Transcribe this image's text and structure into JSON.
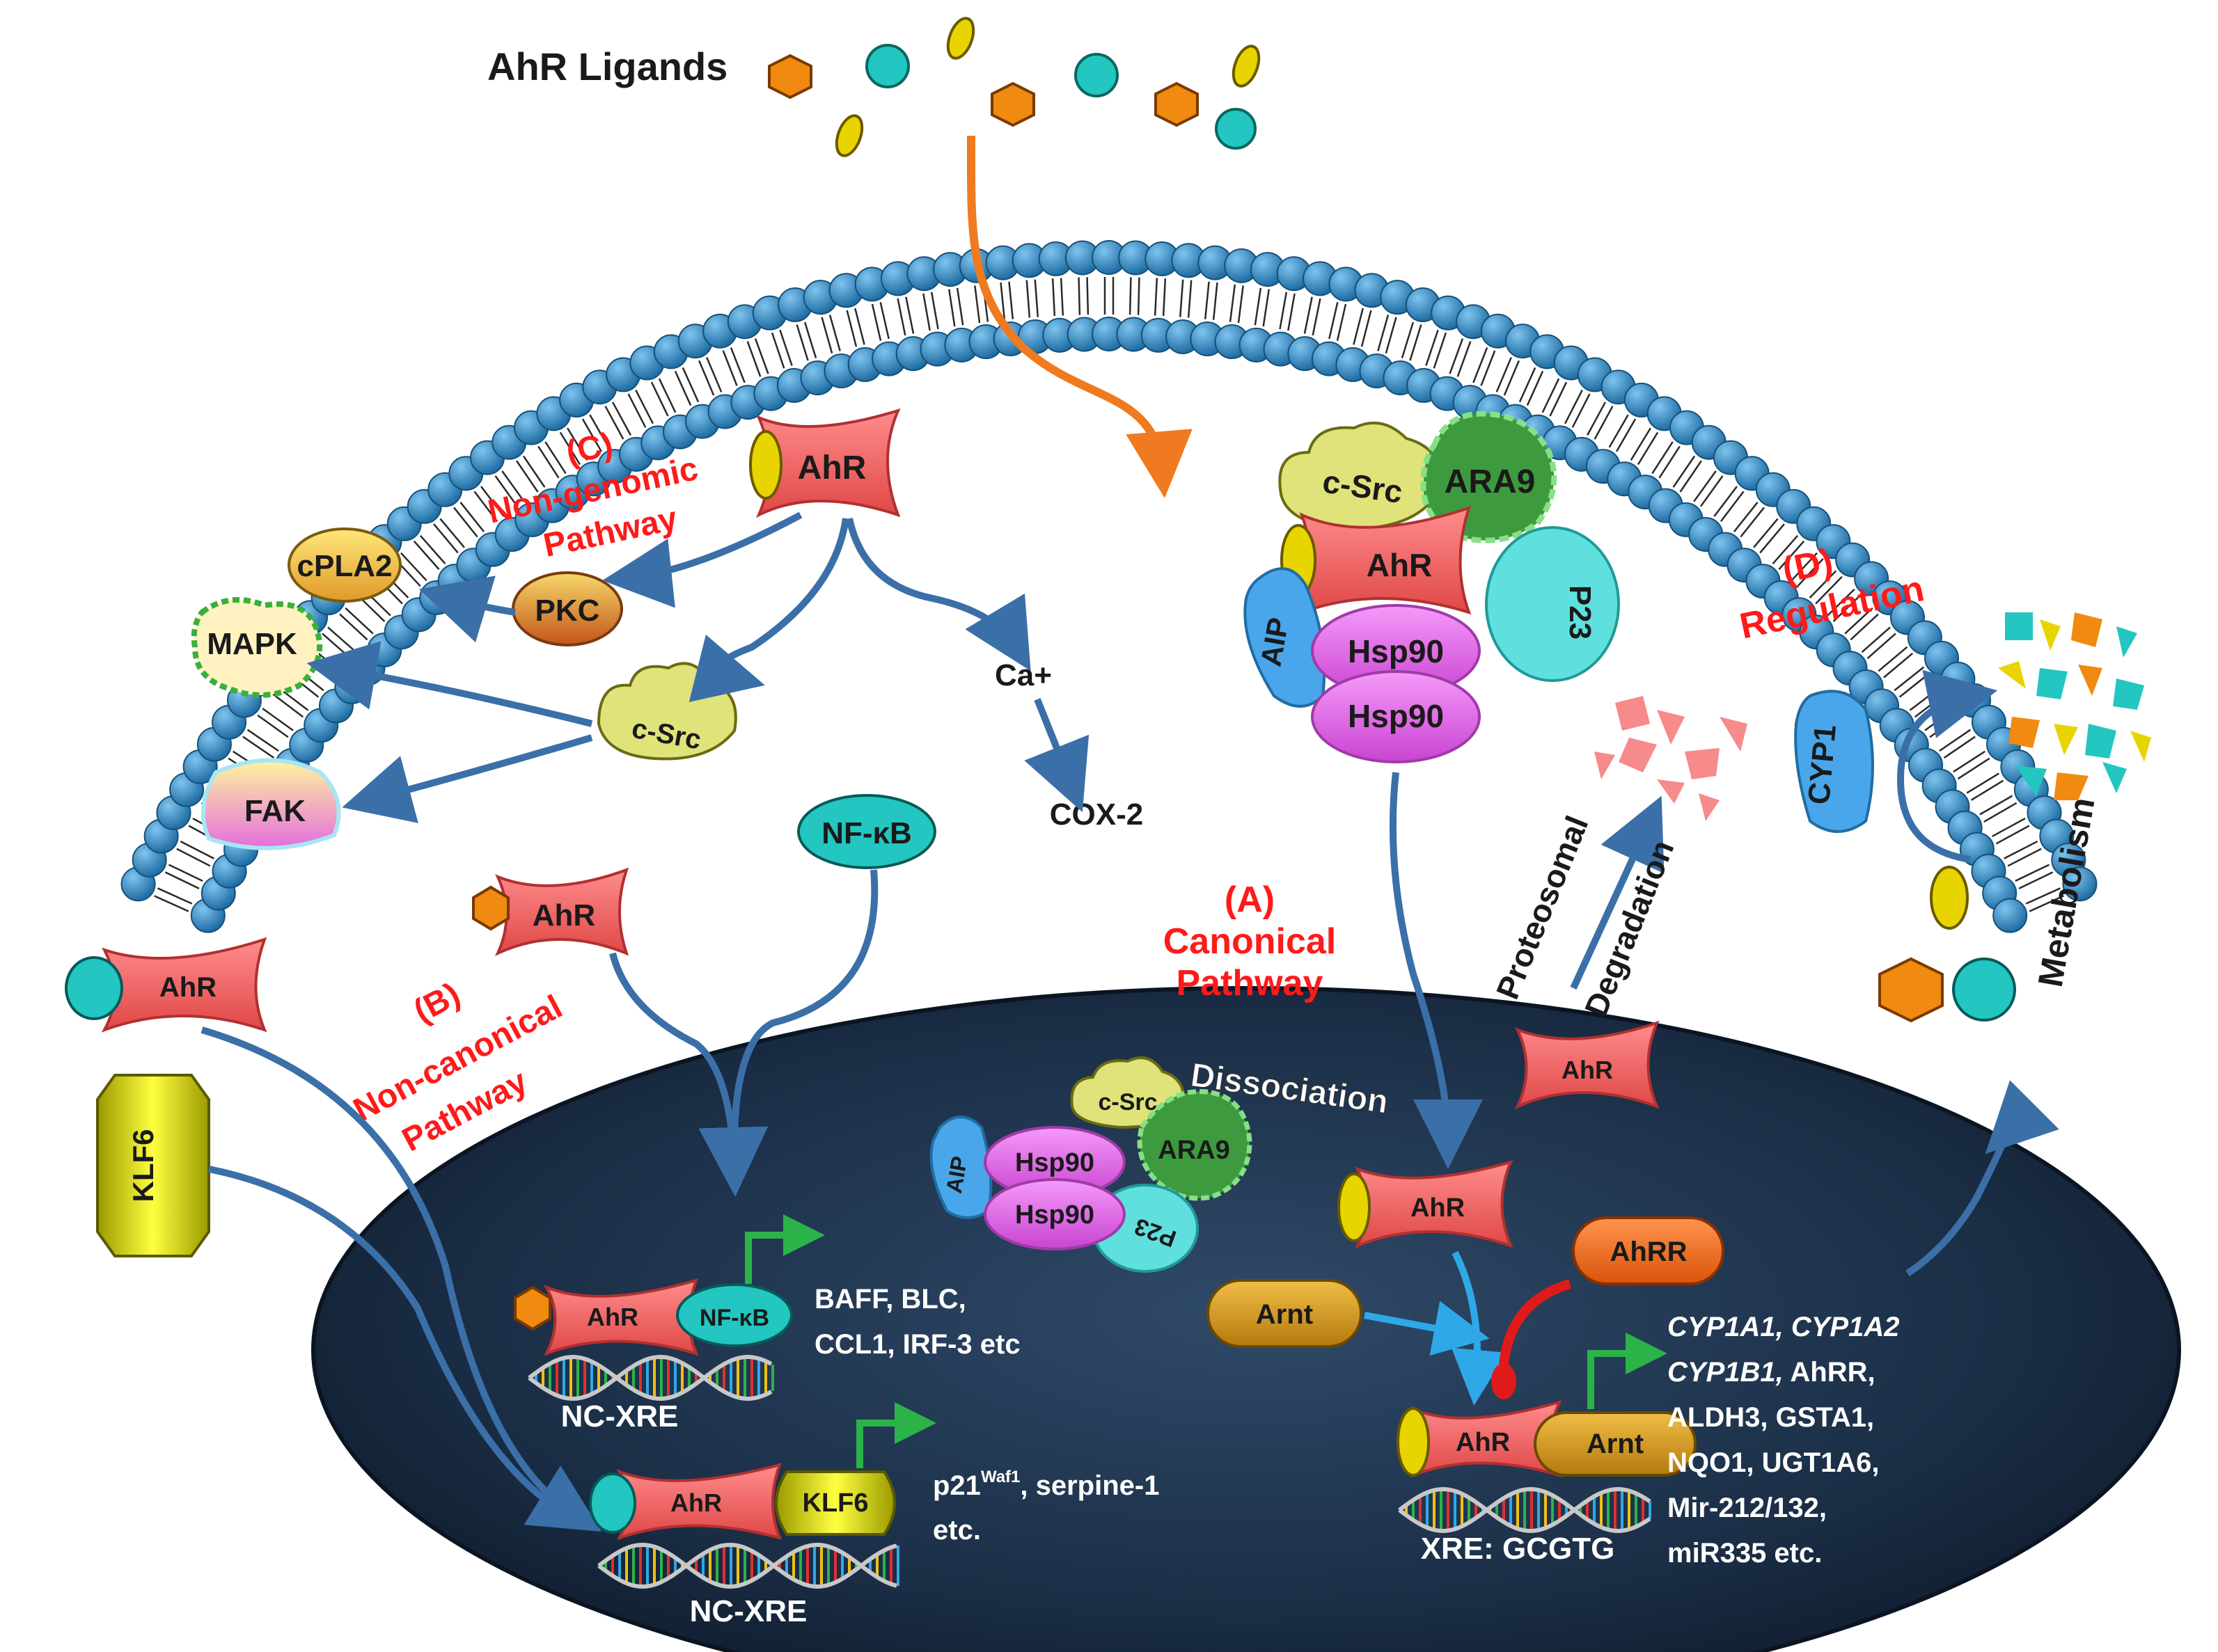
{
  "ligands_label": "AhR Ligands",
  "pathways": {
    "canonical": [
      "(A)",
      "Canonical",
      "Pathway"
    ],
    "non_canonical": [
      "(B)",
      "Non-canonical",
      "Pathway"
    ],
    "non_genomic": [
      "(C)",
      "Non-genomic",
      "Pathway"
    ],
    "regulation": [
      "(D)",
      "Regulation"
    ]
  },
  "proteins": {
    "ahr": "AhR",
    "csrc": "c-Src",
    "ara9": "ARA9",
    "p23": "P23",
    "aip": "AIP",
    "hsp90": "Hsp90",
    "pkc": "PKC",
    "cpla2": "cPLA2",
    "mapk": "MAPK",
    "fak": "FAK",
    "nfkb": "NF-κB",
    "klf6": "KLF6",
    "arnt": "Arnt",
    "ahrr": "AhRR",
    "cyp1": "CYP1",
    "ca": "Ca+",
    "cox2": "COX-2"
  },
  "labels": {
    "dissociation": "Dissociation",
    "proteosomal": "Proteosomal",
    "degradation": "Degradation",
    "metabolism": "Metabolism",
    "nc_xre": "NC-XRE",
    "xre": "XRE: GCGTG"
  },
  "genes": {
    "nfkb_targets": [
      "BAFF, BLC,",
      "CCL1, IRF-3 etc"
    ],
    "klf6_targets": {
      "p21": "p21",
      "waf1": "Waf1",
      "rest": ", serpine-1",
      "line2": "etc."
    },
    "xre_targets": {
      "italic1": "CYP1A1, CYP1A2",
      "italic2": "CYP1B1,",
      "rest2": " AhRR,",
      "lines": [
        "ALDH3, GSTA1,",
        "NQO1, UGT1A6,",
        "Mir-212/132,",
        "miR335 etc."
      ]
    }
  },
  "colors": {
    "ahr": "#f26868",
    "hsp90": "#e060e8",
    "nucleus": "#1e3550",
    "lipid_head": "#2a7fb8",
    "arrow": "#3b6fa8",
    "title_red": "#ff1a1a",
    "csrc": "#dfe37a",
    "ara9": "#3e9a3e",
    "p23": "#5fe0de",
    "aip": "#4aa6ea",
    "arnt": "#d49a1a",
    "ahrr": "#f06a1a",
    "klf6": "#e3e000",
    "ligand_orange": "#f08a10",
    "ligand_cyan": "#23c6c0",
    "ligand_yellow": "#e8d400"
  }
}
